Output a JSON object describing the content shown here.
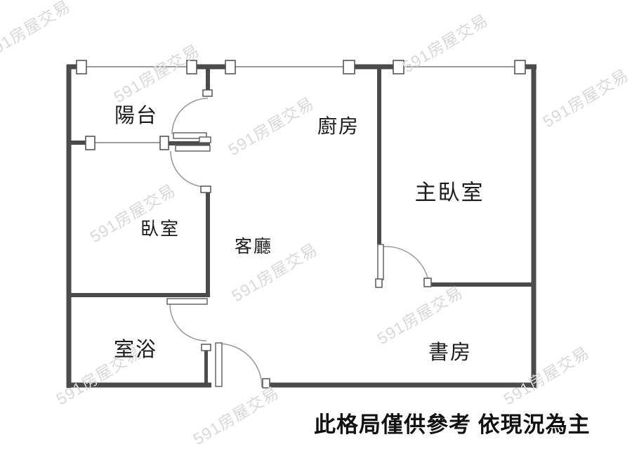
{
  "rooms": {
    "balcony": {
      "label": "陽台"
    },
    "kitchen": {
      "label": "廚房"
    },
    "master_bedroom": {
      "label": "主臥室"
    },
    "bedroom": {
      "label": "臥室"
    },
    "living_room": {
      "label": "客廳"
    },
    "bathroom": {
      "label": "室浴"
    },
    "study": {
      "label": "書房"
    }
  },
  "disclaimer": "此格局僅供參考 依現況為主",
  "watermark": {
    "text": "591房屋交易"
  },
  "colors": {
    "wall": "#4b4b4d",
    "thin_line": "#7d7d7d",
    "arc": "#9b9b9b",
    "text": "#1b1b1b",
    "watermark": "#d8d8d8"
  }
}
